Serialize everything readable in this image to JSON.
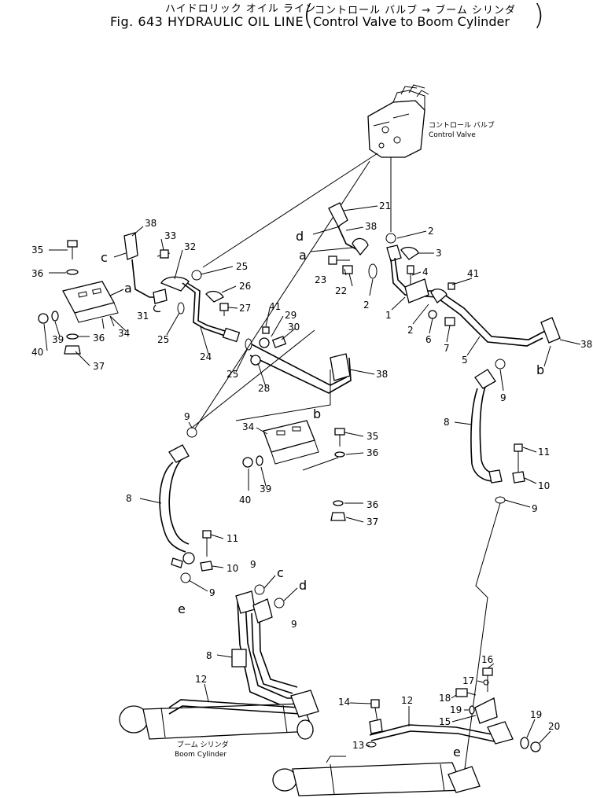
{
  "title": {
    "jp_main": "ハイドロリック オイル ライン",
    "en_main": "Fig. 643 HYDRAULIC OIL LINE",
    "jp_sub": "コントロール バルブ → ブーム シリンダ",
    "en_sub": "Control Valve to Boom Cylinder"
  },
  "captions": {
    "control_valve_jp": "コントロール バルブ",
    "control_valve_en": "Control  Valve",
    "boom_cylinder_jp": "ブーム シリンダ",
    "boom_cylinder_en": "Boom Cylinder"
  },
  "part_labels": {
    "p1": "1",
    "p2": "2",
    "p3": "3",
    "p4": "4",
    "p5": "5",
    "p6": "6",
    "p7": "7",
    "p8": "8",
    "p9": "9",
    "p10": "10",
    "p11": "11",
    "p12": "12",
    "p13": "13",
    "p14": "14",
    "p15": "15",
    "p16": "16",
    "p17": "17",
    "p18": "18",
    "p19": "19",
    "p20": "20",
    "p21": "21",
    "p22": "22",
    "p23": "23",
    "p24": "24",
    "p25": "25",
    "p26": "26",
    "p27": "27",
    "p28": "28",
    "p29": "29",
    "p30": "30",
    "p31": "31",
    "p32": "32",
    "p33": "33",
    "p34": "34",
    "p35": "35",
    "p36": "36",
    "p37": "37",
    "p38": "38",
    "p39": "39",
    "p40": "40",
    "p41": "41"
  },
  "ref_letters": {
    "a": "a",
    "b": "b",
    "c": "c",
    "d": "d",
    "e": "e"
  }
}
